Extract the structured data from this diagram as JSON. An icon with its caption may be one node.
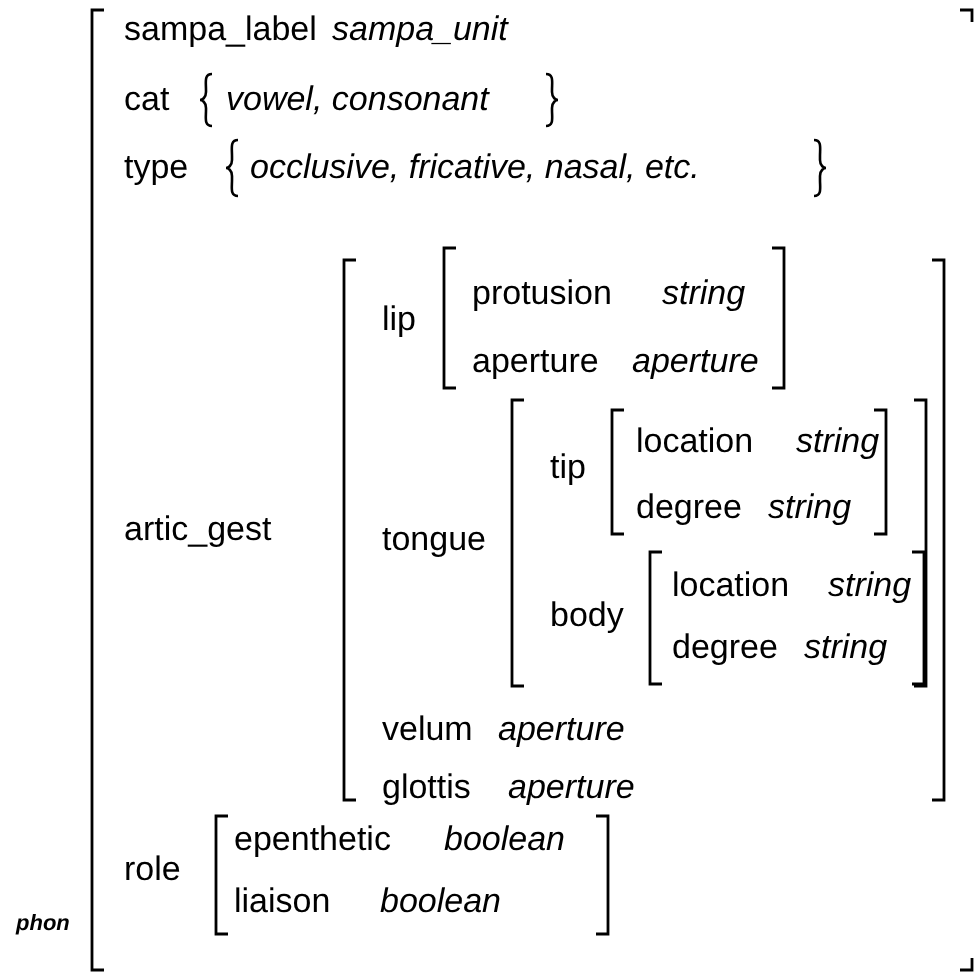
{
  "diagram": {
    "nodes": [
      {
        "text": [
          "sampa_label",
          "sampa_unit",
          "cat",
          "vowel, consonant",
          "type",
          "occlusive, fricative, nasal, etc.",
          "artic_gest",
          "role"
        ],
        "beside": [
          "phon"
        ]
      },
      {
        "text": [
          "lip",
          "tongue",
          "velum",
          "aperture",
          "glottis",
          "aperture"
        ],
        "in": 0
      },
      {
        "text": [
          "protusion",
          "string",
          "aperture",
          "aperture"
        ],
        "in": 1
      },
      {
        "text": [
          "tip",
          "body"
        ],
        "in": 1
      },
      {
        "text": [
          "location",
          "string",
          "degree",
          "string"
        ],
        "in": 3
      },
      {
        "text": [
          "location",
          "string",
          "degree",
          "string"
        ],
        "in": 3
      },
      {
        "text": [
          "epenthetic",
          "boolean",
          "liaison",
          "boolean"
        ],
        "in": 0
      }
    ]
  }
}
